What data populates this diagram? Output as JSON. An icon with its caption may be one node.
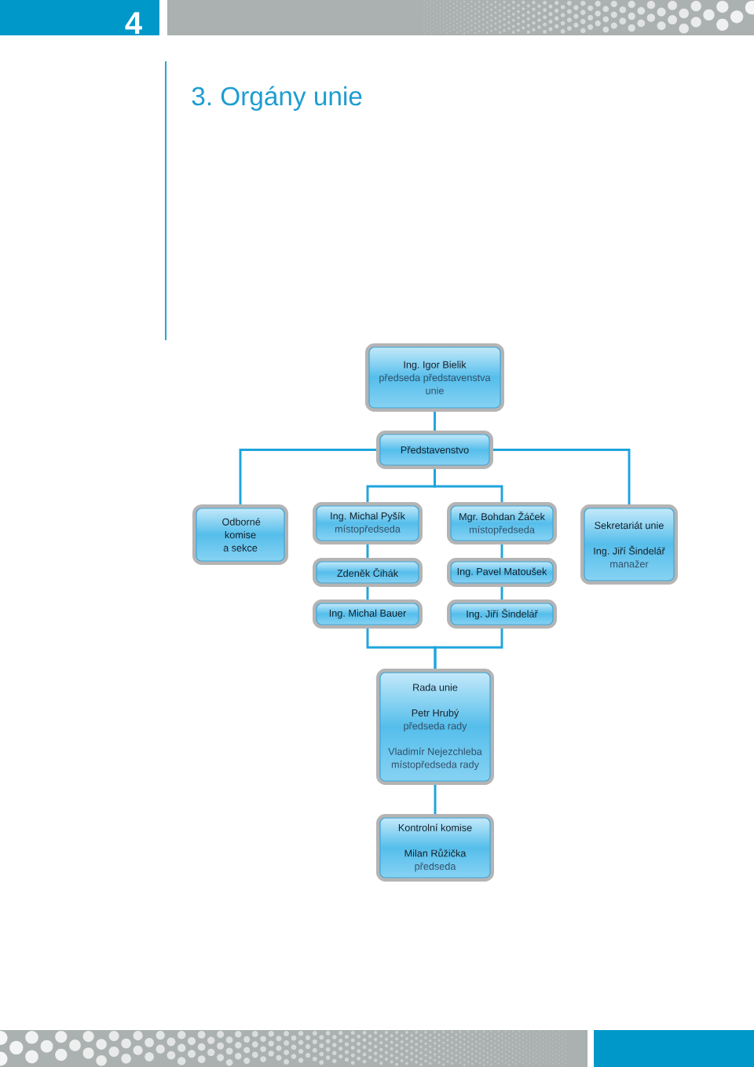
{
  "diagram": {
    "title": "3. Orgány unie",
    "nodes": [
      {
        "text": [
          "Ing. Igor Bielik",
          "předseda představenstva unie"
        ]
      },
      {
        "text": [
          "Představenstvo"
        ]
      },
      {
        "text": [
          "Odborné komise a sekce"
        ]
      },
      {
        "text": [
          "Ing. Michal Pyšík",
          "místopředseda"
        ]
      },
      {
        "text": [
          "Zdeněk Čihák"
        ]
      },
      {
        "text": [
          "Ing. Michal Bauer"
        ]
      },
      {
        "text": [
          "Mgr. Bohdan Žáček",
          "místopředseda"
        ]
      },
      {
        "text": [
          "Ing. Pavel Matoušek"
        ]
      },
      {
        "text": [
          "Ing. Jiří Šindelář"
        ]
      },
      {
        "text": [
          "Sekretariát unie",
          "Ing. Jiří Šindelář",
          "manažer"
        ]
      },
      {
        "text": [
          "Rada unie",
          "Petr Hrubý",
          "předseda rady",
          "Vladimír Nejezchleba",
          "místopředseda rady"
        ]
      },
      {
        "text": [
          "Kontrolní komise",
          "Milan Růžička",
          "předseda"
        ]
      }
    ],
    "edges": [
      {
        "from": 0,
        "to": 1,
        "arrow": "none"
      },
      {
        "from": 1,
        "to": 2,
        "arrow": "none"
      },
      {
        "from": 1,
        "to": 9,
        "arrow": "none"
      },
      {
        "from": 1,
        "to": 3,
        "arrow": "none"
      },
      {
        "from": 1,
        "to": 6,
        "arrow": "none"
      },
      {
        "from": 3,
        "to": 4,
        "arrow": "none"
      },
      {
        "from": 4,
        "to": 5,
        "arrow": "none"
      },
      {
        "from": 6,
        "to": 7,
        "arrow": "none"
      },
      {
        "from": 7,
        "to": 8,
        "arrow": "none"
      },
      {
        "from": 5,
        "to": 10,
        "arrow": "none"
      },
      {
        "from": 8,
        "to": 10,
        "arrow": "none"
      },
      {
        "from": 10,
        "to": 11,
        "arrow": "none"
      }
    ],
    "labels": [
      "4"
    ]
  }
}
